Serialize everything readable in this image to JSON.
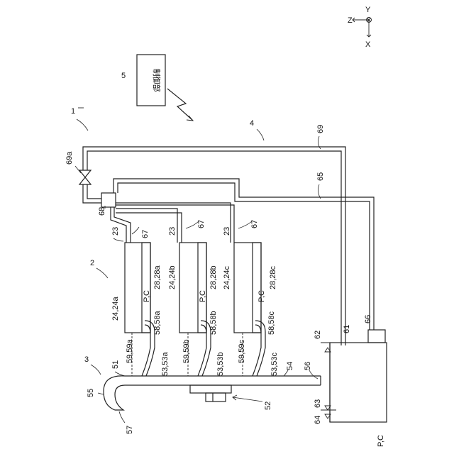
{
  "axes": {
    "z": "Z",
    "y": "Y",
    "x": "X"
  },
  "controller": {
    "ref": "5",
    "label": "制御部"
  },
  "refs": {
    "system": "1",
    "section_2": "2",
    "section_3": "3",
    "section_4": "4",
    "r23a": "23",
    "r23b": "23",
    "r23c": "23",
    "r67a": "67",
    "r67b": "67",
    "r67c": "67",
    "r68": "68",
    "r69a": "69a",
    "r69": "69",
    "r65": "65",
    "r28a": "28,28a",
    "r28b": "28,28b",
    "r28c": "28,28c",
    "r24a": "24,24a",
    "r24b": "24,24b",
    "r24c": "24,24c",
    "pc_a": "P,C",
    "pc_b": "P,C",
    "pc_c": "P,C",
    "r58a": "58,58a",
    "r58b": "58,58b",
    "r58c": "58,58c",
    "r59a": "59,59a",
    "r59b": "59,59b",
    "r59c": "59,59c",
    "r53a": "53,53a",
    "r53b": "53,53b",
    "r53c": "53,53c",
    "r51": "51",
    "r54": "54",
    "r55": "55",
    "r56": "56",
    "r57": "57",
    "r52": "52",
    "r61": "61",
    "r62": "62",
    "r63": "63",
    "r64": "64",
    "r66": "66",
    "pc_tank": "P,C"
  }
}
